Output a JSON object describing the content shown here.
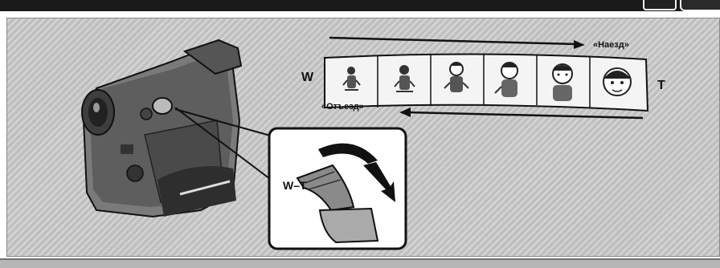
{
  "labels": {
    "wide": "W",
    "tele": "T",
    "zoom_in": "«Наезд»",
    "zoom_out": "«Отъезд»"
  },
  "icons": [
    "camcorder-illustration",
    "zoom-lever-illustration",
    "film-strip-illustration"
  ],
  "colors": {
    "panel": "#c9c9c9",
    "ink": "#111111",
    "topbar": "#1a1a1a"
  }
}
